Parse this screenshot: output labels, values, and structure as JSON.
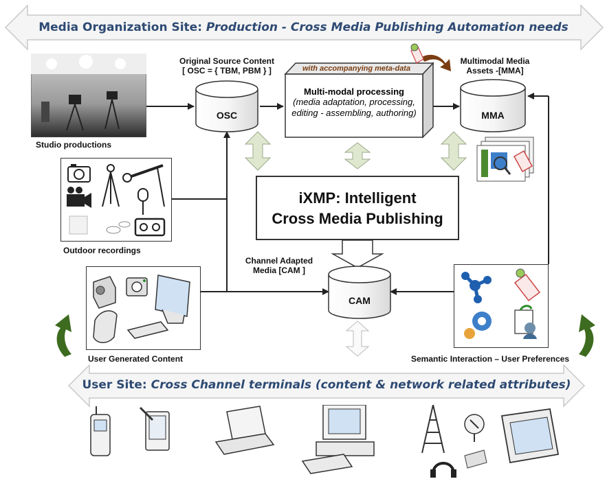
{
  "top_banner": {
    "prefix": "Media Organization  Site: ",
    "emphasis": "Production - Cross Media Publishing Automation needs"
  },
  "bottom_banner": {
    "prefix": "User Site: ",
    "emphasis": "Cross Channel terminals (content & network related attributes)"
  },
  "labels": {
    "studio": "Studio productions",
    "outdoor": "Outdoor recordings",
    "ugc": "User Generated Content",
    "semantic": "Semantic Interaction – User Preferences",
    "osc_title_1": "Original Source Content",
    "osc_title_2": "[ OSC = { TBM, PBM } ]",
    "mma_title_1": "Multimodal Media",
    "mma_title_2": "Assets  -[MMA]",
    "cam_title_1": "Channel Adapted",
    "cam_title_2": "Media [CAM ]"
  },
  "cylinders": {
    "osc": "OSC",
    "mma": "MMA",
    "cam": "CAM"
  },
  "processing": {
    "meta": "with accompanying meta-data",
    "title": "Multi-modal processing",
    "line1": "(media adaptation, processing,",
    "line2": "editing - assembling, authoring)"
  },
  "ixmp": {
    "line1": "iXMP: Intelligent",
    "line2": "Cross Media Publishing"
  },
  "colors": {
    "banner_text": "#2e4a73",
    "banner_arrow_fill": "#f4f4f4",
    "banner_arrow_stroke": "#bdbdbd",
    "green_arrow": "#3d6b1f",
    "light_arrow": "#dfe8cf",
    "device_blue": "#3e7fc9"
  },
  "icons": [
    "studio-photo",
    "camera-icon",
    "video-camera-icon",
    "tripod-icon",
    "microphone-boom-icon",
    "microphone-icon",
    "cassette-icon",
    "handheld-camcorder-icon",
    "digital-camera-icon",
    "lcd-monitor-icon",
    "mobile-phone-icon",
    "keyboard-icon",
    "molecule-network-icon",
    "tag-icon",
    "gear-icon",
    "user-document-icon",
    "media-files-icon",
    "cell-phone-icon",
    "pda-icon",
    "laptop-icon",
    "desktop-pc-icon",
    "broadcast-tower-icon",
    "satellite-dish-icon",
    "headphones-icon",
    "radio-icon",
    "tv-icon"
  ]
}
